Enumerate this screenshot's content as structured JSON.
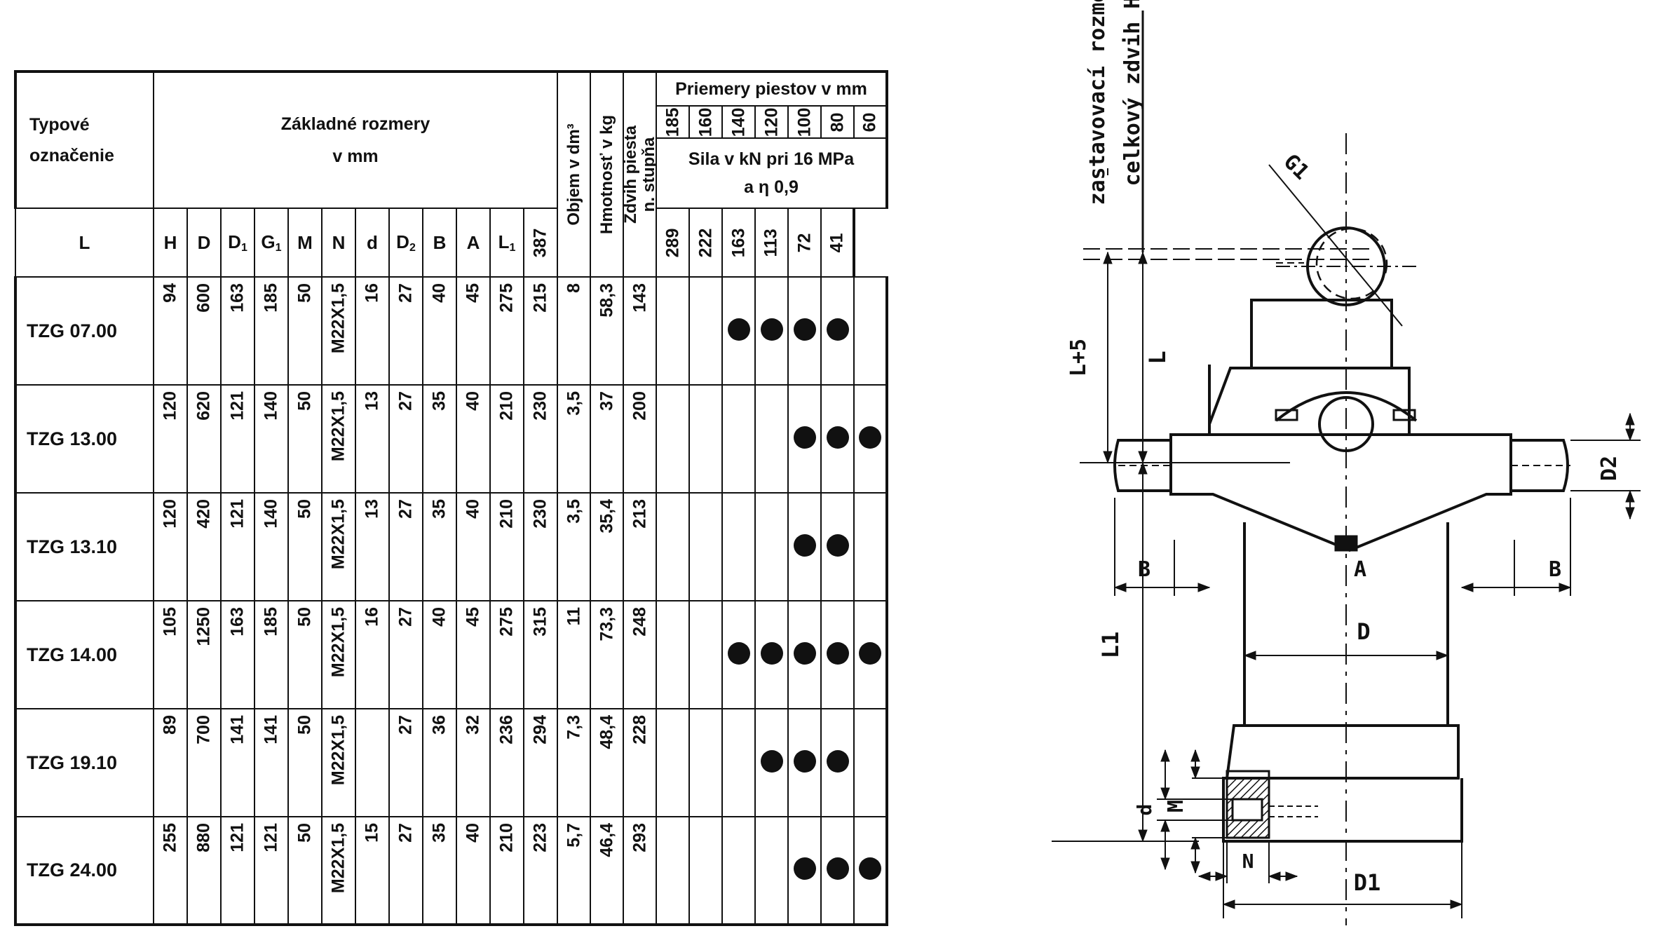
{
  "table": {
    "type_header": [
      "Typové",
      "označenie"
    ],
    "dims_header": [
      "Základné rozmery",
      "v mm"
    ],
    "dims_columns": [
      {
        "letter": "L",
        "sub": ""
      },
      {
        "letter": "H",
        "sub": ""
      },
      {
        "letter": "D",
        "sub": ""
      },
      {
        "letter": "D",
        "sub": "1"
      },
      {
        "letter": "G",
        "sub": "1"
      },
      {
        "letter": "M",
        "sub": ""
      },
      {
        "letter": "N",
        "sub": ""
      },
      {
        "letter": "d",
        "sub": ""
      },
      {
        "letter": "D",
        "sub": "2"
      },
      {
        "letter": "B",
        "sub": ""
      },
      {
        "letter": "A",
        "sub": ""
      },
      {
        "letter": "L",
        "sub": "1"
      }
    ],
    "volume_header": "Objem v dm³",
    "mass_header": "Hmotnosť v kg",
    "stroke_header": [
      "Zdvih piesta",
      "n. stupňa"
    ],
    "piston_header": "Priemery piestov v mm",
    "force_header": [
      "Sila v kN pri 16 MPa",
      "a η 0,9"
    ],
    "piston_diameters": [
      "185",
      "160",
      "140",
      "120",
      "100",
      "80",
      "60"
    ],
    "forces": [
      "387",
      "289",
      "222",
      "163",
      "113",
      "72",
      "41"
    ],
    "rows": [
      {
        "type": "TZG 07.00",
        "dims": [
          "94",
          "600",
          "163",
          "185",
          "50",
          "M22X1,5",
          "16",
          "27",
          "40",
          "45",
          "275",
          "215"
        ],
        "volume": "8",
        "mass": "58,3",
        "stroke": "143",
        "pistons": [
          false,
          false,
          true,
          true,
          true,
          true,
          false
        ]
      },
      {
        "type": "TZG 13.00",
        "dims": [
          "120",
          "620",
          "121",
          "140",
          "50",
          "M22X1,5",
          "13",
          "27",
          "35",
          "40",
          "210",
          "230"
        ],
        "volume": "3,5",
        "mass": "37",
        "stroke": "200",
        "pistons": [
          false,
          false,
          false,
          false,
          true,
          true,
          true
        ]
      },
      {
        "type": "TZG 13.10",
        "dims": [
          "120",
          "420",
          "121",
          "140",
          "50",
          "M22X1,5",
          "13",
          "27",
          "35",
          "40",
          "210",
          "230"
        ],
        "volume": "3,5",
        "mass": "35,4",
        "stroke": "213",
        "pistons": [
          false,
          false,
          false,
          false,
          true,
          true,
          false
        ]
      },
      {
        "type": "TZG 14.00",
        "dims": [
          "105",
          "1250",
          "163",
          "185",
          "50",
          "M22X1,5",
          "16",
          "27",
          "40",
          "45",
          "275",
          "315"
        ],
        "volume": "11",
        "mass": "73,3",
        "stroke": "248",
        "pistons": [
          false,
          false,
          true,
          true,
          true,
          true,
          true
        ]
      },
      {
        "type": "TZG 19.10",
        "dims": [
          "89",
          "700",
          "141",
          "141",
          "50",
          "M22X1,5",
          "",
          "27",
          "36",
          "32",
          "236",
          "294"
        ],
        "volume": "7,3",
        "mass": "48,4",
        "stroke": "228",
        "pistons": [
          false,
          false,
          false,
          true,
          true,
          true,
          false
        ]
      },
      {
        "type": "TZG 24.00",
        "dims": [
          "255",
          "880",
          "121",
          "121",
          "50",
          "M22X1,5",
          "15",
          "27",
          "35",
          "40",
          "210",
          "223"
        ],
        "volume": "5,7",
        "mass": "46,4",
        "stroke": "293",
        "pistons": [
          false,
          false,
          false,
          false,
          true,
          true,
          true
        ]
      }
    ]
  },
  "drawing": {
    "labels": {
      "install_dim": "zastavovací rozmer",
      "total_stroke": "celkový zdvih H",
      "g1": "G1",
      "l_plus5": "L+5",
      "l": "L",
      "l1": "L1",
      "d2": "D2",
      "b_left": "B",
      "a": "A",
      "b_right": "B",
      "d": "D",
      "d_small": "d",
      "m": "M",
      "n": "N",
      "d1": "D1"
    },
    "colors": {
      "ink": "#111111",
      "paper": "#ffffff"
    }
  }
}
